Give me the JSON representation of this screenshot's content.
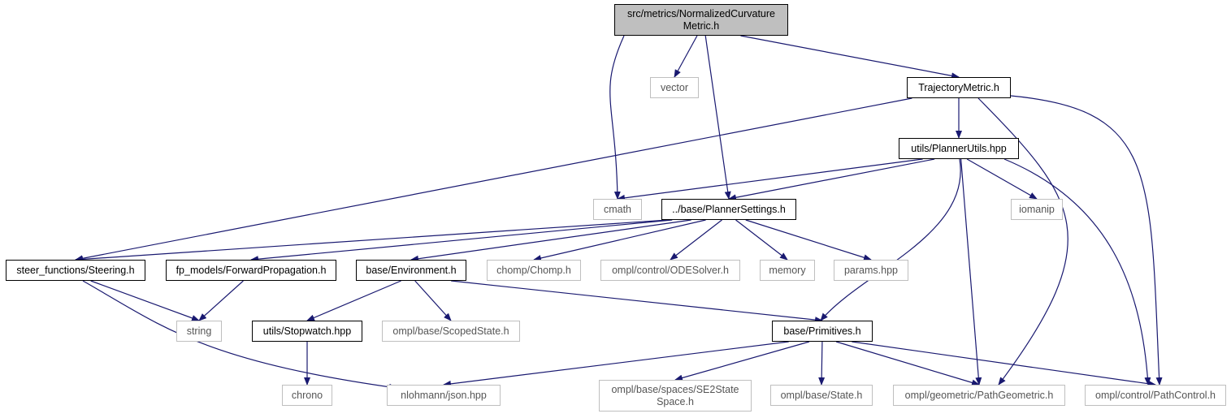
{
  "nodes": {
    "root": {
      "label": [
        "src/metrics/NormalizedCurvature",
        "Metric.h"
      ],
      "kind": "root"
    },
    "vector": {
      "label": [
        "vector"
      ],
      "kind": "external"
    },
    "trajectory_metric": {
      "label": [
        "TrajectoryMetric.h"
      ],
      "kind": "local"
    },
    "planner_utils": {
      "label": [
        "utils/PlannerUtils.hpp"
      ],
      "kind": "local"
    },
    "cmath": {
      "label": [
        "cmath"
      ],
      "kind": "external"
    },
    "planner_settings": {
      "label": [
        "../base/PlannerSettings.h"
      ],
      "kind": "local"
    },
    "iomanip": {
      "label": [
        "iomanip"
      ],
      "kind": "external"
    },
    "steering": {
      "label": [
        "steer_functions/Steering.h"
      ],
      "kind": "local"
    },
    "forward_propagation": {
      "label": [
        "fp_models/ForwardPropagation.h"
      ],
      "kind": "local"
    },
    "environment": {
      "label": [
        "base/Environment.h"
      ],
      "kind": "local"
    },
    "chomp": {
      "label": [
        "chomp/Chomp.h"
      ],
      "kind": "external"
    },
    "ode_solver": {
      "label": [
        "ompl/control/ODESolver.h"
      ],
      "kind": "external"
    },
    "memory": {
      "label": [
        "memory"
      ],
      "kind": "external"
    },
    "params": {
      "label": [
        "params.hpp"
      ],
      "kind": "external"
    },
    "string": {
      "label": [
        "string"
      ],
      "kind": "external"
    },
    "stopwatch": {
      "label": [
        "utils/Stopwatch.hpp"
      ],
      "kind": "local"
    },
    "scoped_state": {
      "label": [
        "ompl/base/ScopedState.h"
      ],
      "kind": "external"
    },
    "primitives": {
      "label": [
        "base/Primitives.h"
      ],
      "kind": "local"
    },
    "chrono": {
      "label": [
        "chrono"
      ],
      "kind": "external"
    },
    "json": {
      "label": [
        "nlohmann/json.hpp"
      ],
      "kind": "external"
    },
    "se2": {
      "label": [
        "ompl/base/spaces/SE2State",
        "Space.h"
      ],
      "kind": "external"
    },
    "state": {
      "label": [
        "ompl/base/State.h"
      ],
      "kind": "external"
    },
    "path_geometric": {
      "label": [
        "ompl/geometric/PathGeometric.h"
      ],
      "kind": "external"
    },
    "path_control": {
      "label": [
        "ompl/control/PathControl.h"
      ],
      "kind": "external"
    }
  },
  "edges": [
    [
      "root",
      "vector"
    ],
    [
      "root",
      "trajectory_metric"
    ],
    [
      "root",
      "cmath"
    ],
    [
      "root",
      "planner_settings"
    ],
    [
      "trajectory_metric",
      "planner_utils"
    ],
    [
      "trajectory_metric",
      "steering"
    ],
    [
      "trajectory_metric",
      "path_geometric"
    ],
    [
      "trajectory_metric",
      "path_control"
    ],
    [
      "planner_utils",
      "cmath"
    ],
    [
      "planner_utils",
      "planner_settings"
    ],
    [
      "planner_utils",
      "iomanip"
    ],
    [
      "planner_utils",
      "primitives"
    ],
    [
      "planner_utils",
      "path_geometric"
    ],
    [
      "planner_utils",
      "path_control"
    ],
    [
      "planner_settings",
      "steering"
    ],
    [
      "planner_settings",
      "forward_propagation"
    ],
    [
      "planner_settings",
      "environment"
    ],
    [
      "planner_settings",
      "chomp"
    ],
    [
      "planner_settings",
      "ode_solver"
    ],
    [
      "planner_settings",
      "memory"
    ],
    [
      "planner_settings",
      "params"
    ],
    [
      "steering",
      "string"
    ],
    [
      "steering",
      "json"
    ],
    [
      "forward_propagation",
      "string"
    ],
    [
      "environment",
      "stopwatch"
    ],
    [
      "environment",
      "scoped_state"
    ],
    [
      "environment",
      "primitives"
    ],
    [
      "stopwatch",
      "chrono"
    ],
    [
      "primitives",
      "json"
    ],
    [
      "primitives",
      "se2"
    ],
    [
      "primitives",
      "state"
    ],
    [
      "primitives",
      "path_geometric"
    ],
    [
      "primitives",
      "path_control"
    ]
  ],
  "colors": {
    "edge": "#191970",
    "root_fill": "#bfbfbf",
    "local_border": "#000000",
    "external_border": "#bfbfbf"
  }
}
